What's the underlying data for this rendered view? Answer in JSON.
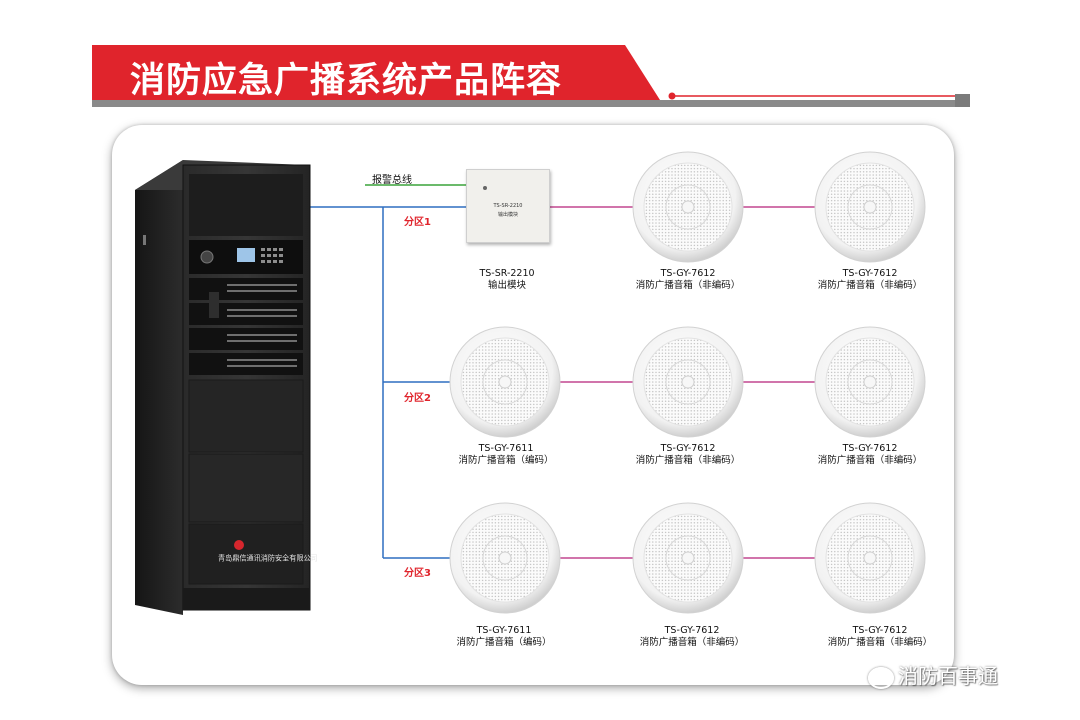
{
  "title": "消防应急广播系统产品阵容",
  "cabinet": {
    "company": "青岛鼎信通讯消防安全有限公司"
  },
  "bus_label": "报警总线",
  "zones": [
    "分区1",
    "分区2",
    "分区3"
  ],
  "module": {
    "face_code": "TS-SR-2210",
    "face_name": "输出模块",
    "model": "TS-SR-2210",
    "name": "输出模块"
  },
  "rows": [
    {
      "zone": "分区1",
      "devices": [
        {
          "model": "TS-SR-2210",
          "name": "输出模块"
        },
        {
          "model": "TS-GY-7612",
          "name": "消防广播音箱（非编码）"
        },
        {
          "model": "TS-GY-7612",
          "name": "消防广播音箱（非编码）"
        }
      ]
    },
    {
      "zone": "分区2",
      "devices": [
        {
          "model": "TS-GY-7611",
          "name": "消防广播音箱（编码）"
        },
        {
          "model": "TS-GY-7612",
          "name": "消防广播音箱（非编码）"
        },
        {
          "model": "TS-GY-7612",
          "name": "消防广播音箱（非编码）"
        }
      ]
    },
    {
      "zone": "分区3",
      "devices": [
        {
          "model": "TS-GY-7611",
          "name": "消防广播音箱（编码）"
        },
        {
          "model": "TS-GY-7612",
          "name": "消防广播音箱（非编码）"
        },
        {
          "model": "TS-GY-7612",
          "name": "消防广播音箱（非编码）"
        }
      ]
    }
  ],
  "watermark": "消防百事通",
  "colors": {
    "banner_red": "#e0242c",
    "zone_label_red": "#e0242c",
    "trunk_blue": "#2f6fc0",
    "bus_green": "#3aa43a",
    "speaker_link_magenta": "#c2478f"
  }
}
